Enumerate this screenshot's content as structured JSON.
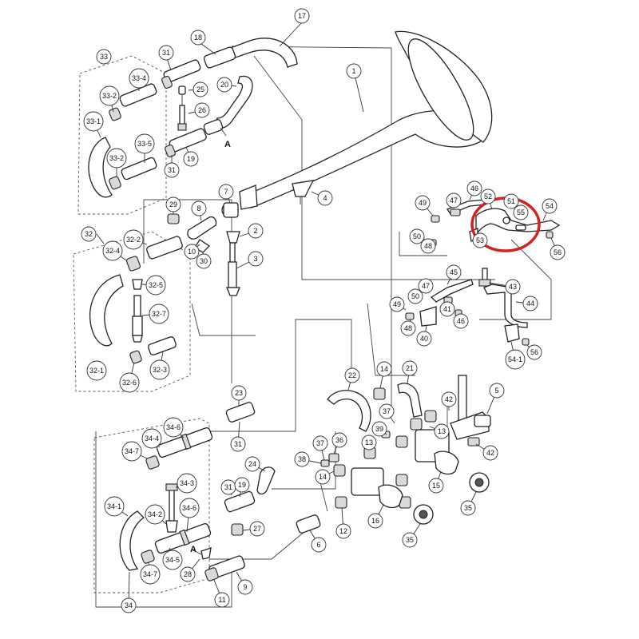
{
  "diagram": {
    "highlight_color": "#d61f1f",
    "reference_mark": "A",
    "callouts": [
      {
        "id": "c17",
        "label": "17"
      },
      {
        "id": "c1",
        "label": "1"
      },
      {
        "id": "c18",
        "label": "18"
      },
      {
        "id": "c31a",
        "label": "31"
      },
      {
        "id": "c33",
        "label": "33"
      },
      {
        "id": "c33_4",
        "label": "33-4"
      },
      {
        "id": "c33_2a",
        "label": "33-2"
      },
      {
        "id": "c33_1",
        "label": "33-1"
      },
      {
        "id": "c33_5",
        "label": "33-5"
      },
      {
        "id": "c33_2b",
        "label": "33-2"
      },
      {
        "id": "c25",
        "label": "25"
      },
      {
        "id": "c20",
        "label": "20"
      },
      {
        "id": "c26",
        "label": "26"
      },
      {
        "id": "c19a",
        "label": "19"
      },
      {
        "id": "c31b",
        "label": "31"
      },
      {
        "id": "c29",
        "label": "29"
      },
      {
        "id": "c8",
        "label": "8"
      },
      {
        "id": "c7",
        "label": "7"
      },
      {
        "id": "c4",
        "label": "4"
      },
      {
        "id": "c2",
        "label": "2"
      },
      {
        "id": "c3",
        "label": "3"
      },
      {
        "id": "c10",
        "label": "10"
      },
      {
        "id": "c30",
        "label": "30"
      },
      {
        "id": "c32",
        "label": "32"
      },
      {
        "id": "c32_2",
        "label": "32-2"
      },
      {
        "id": "c32_4",
        "label": "32-4"
      },
      {
        "id": "c32_5",
        "label": "32-5"
      },
      {
        "id": "c32_7",
        "label": "32-7"
      },
      {
        "id": "c32_1",
        "label": "32-1"
      },
      {
        "id": "c32_6",
        "label": "32-6"
      },
      {
        "id": "c32_3",
        "label": "32-3"
      },
      {
        "id": "c46a",
        "label": "46"
      },
      {
        "id": "c49a",
        "label": "49"
      },
      {
        "id": "c47a",
        "label": "47"
      },
      {
        "id": "c52",
        "label": "52"
      },
      {
        "id": "c51",
        "label": "51"
      },
      {
        "id": "c55",
        "label": "55"
      },
      {
        "id": "c54",
        "label": "54"
      },
      {
        "id": "c50a",
        "label": "50"
      },
      {
        "id": "c48a",
        "label": "48"
      },
      {
        "id": "c53",
        "label": "53"
      },
      {
        "id": "c56a",
        "label": "56"
      },
      {
        "id": "c45",
        "label": "45"
      },
      {
        "id": "c43",
        "label": "43"
      },
      {
        "id": "c47b",
        "label": "47"
      },
      {
        "id": "c50b",
        "label": "50"
      },
      {
        "id": "c49b",
        "label": "49"
      },
      {
        "id": "c41",
        "label": "41"
      },
      {
        "id": "c46b",
        "label": "46"
      },
      {
        "id": "c44",
        "label": "44"
      },
      {
        "id": "c48b",
        "label": "48"
      },
      {
        "id": "c40",
        "label": "40"
      },
      {
        "id": "c56b",
        "label": "56"
      },
      {
        "id": "c54_1",
        "label": "54-1"
      },
      {
        "id": "c22",
        "label": "22"
      },
      {
        "id": "c14a",
        "label": "14"
      },
      {
        "id": "c21",
        "label": "21"
      },
      {
        "id": "c5",
        "label": "5"
      },
      {
        "id": "c42a",
        "label": "42"
      },
      {
        "id": "c23",
        "label": "23"
      },
      {
        "id": "c31c",
        "label": "31"
      },
      {
        "id": "c37a",
        "label": "37"
      },
      {
        "id": "c39",
        "label": "39"
      },
      {
        "id": "c13a",
        "label": "13"
      },
      {
        "id": "c42b",
        "label": "42"
      },
      {
        "id": "c34",
        "label": "34"
      },
      {
        "id": "c34_6a",
        "label": "34-6"
      },
      {
        "id": "c34_4",
        "label": "34-4"
      },
      {
        "id": "c34_7a",
        "label": "34-7"
      },
      {
        "id": "c34_3",
        "label": "34-3"
      },
      {
        "id": "c34_1",
        "label": "34-1"
      },
      {
        "id": "c34_2",
        "label": "34-2"
      },
      {
        "id": "c34_6b",
        "label": "34-6"
      },
      {
        "id": "c34_5",
        "label": "34-5"
      },
      {
        "id": "c34_7b",
        "label": "34-7"
      },
      {
        "id": "c28",
        "label": "28"
      },
      {
        "id": "c24",
        "label": "24"
      },
      {
        "id": "c31d",
        "label": "31"
      },
      {
        "id": "c19b",
        "label": "19"
      },
      {
        "id": "c27",
        "label": "27"
      },
      {
        "id": "c37b",
        "label": "37"
      },
      {
        "id": "c36",
        "label": "36"
      },
      {
        "id": "c13b",
        "label": "13"
      },
      {
        "id": "c38",
        "label": "38"
      },
      {
        "id": "c14b",
        "label": "14"
      },
      {
        "id": "c15",
        "label": "15"
      },
      {
        "id": "c35a",
        "label": "35"
      },
      {
        "id": "c16",
        "label": "16"
      },
      {
        "id": "c12",
        "label": "12"
      },
      {
        "id": "c35b",
        "label": "35"
      },
      {
        "id": "c6",
        "label": "6"
      },
      {
        "id": "c9",
        "label": "9"
      },
      {
        "id": "c11",
        "label": "11"
      }
    ]
  }
}
